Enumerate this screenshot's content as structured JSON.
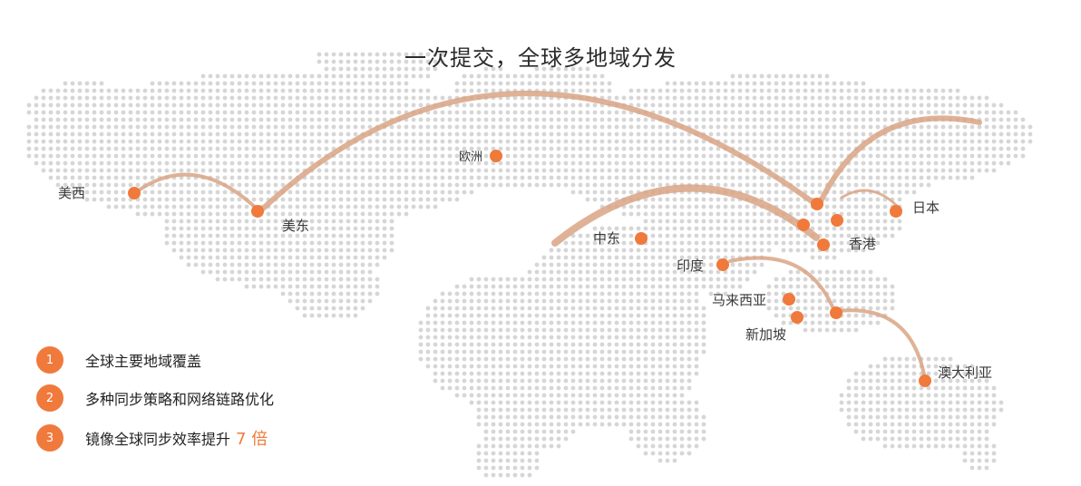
{
  "title": "一次提交，全球多地域分发",
  "colors": {
    "node": "#f07a3c",
    "arc": "#d9a585",
    "map_dot": "#d6d6d6",
    "highlight": "#f07a3c"
  },
  "regions": {
    "us_west": "美西",
    "us_east": "美东",
    "europe": "欧洲",
    "middle_east": "中东",
    "india": "印度",
    "malaysia": "马来西亚",
    "singapore": "新加坡",
    "hongkong": "香港",
    "japan": "日本",
    "australia": "澳大利亚"
  },
  "features": [
    {
      "number": "1",
      "text": "全球主要地域覆盖"
    },
    {
      "number": "2",
      "text": "多种同步策略和网络链路优化"
    },
    {
      "number": "3",
      "text": "镜像全球同步效率提升",
      "highlight": "7 倍"
    }
  ]
}
